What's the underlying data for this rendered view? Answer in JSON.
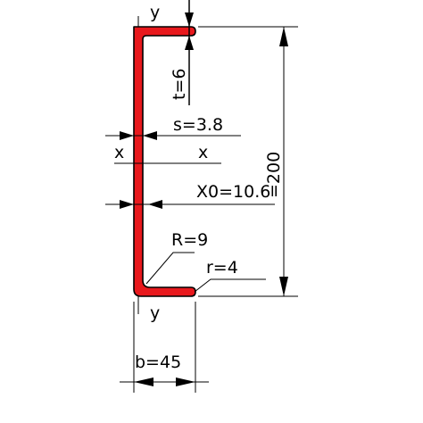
{
  "diagram": {
    "profile_color": "#e8191d",
    "labels": {
      "y_top": "y",
      "y_bottom": "y",
      "x_left": "x",
      "x_right": "x",
      "t": "t=6",
      "s": "s=3.8",
      "x0": "X0=10.6",
      "h": "=200",
      "r_outer": "R=9",
      "r_inner": "r=4",
      "b": "b=45"
    }
  }
}
